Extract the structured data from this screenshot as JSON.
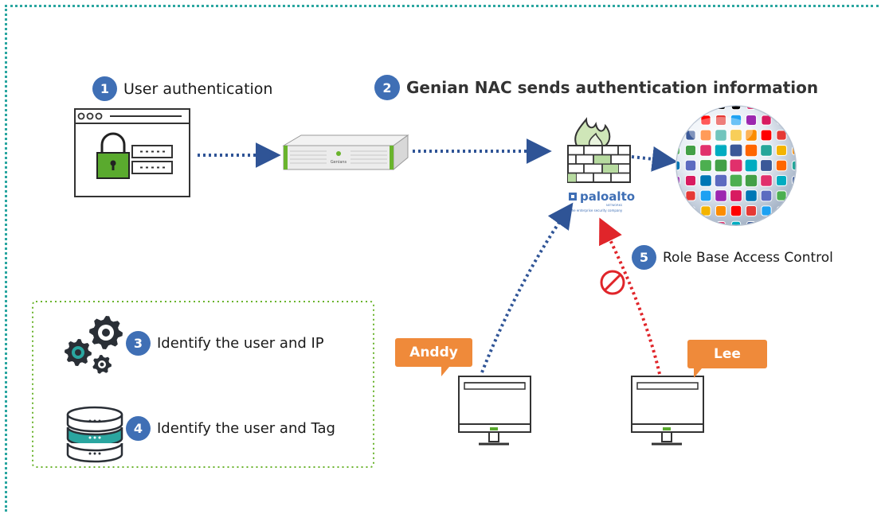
{
  "steps": [
    {
      "number": "1",
      "label": "User authentication"
    },
    {
      "number": "2",
      "label": "Genian NAC sends authentication information"
    },
    {
      "number": "3",
      "label": "Identify the user and IP"
    },
    {
      "number": "4",
      "label": "Identify the user and Tag"
    },
    {
      "number": "5",
      "label": "Role Base Access Control"
    }
  ],
  "users": {
    "user1": "Anddy",
    "user2": "Lee"
  },
  "appliance": {
    "brand": "Genians"
  },
  "firewall": {
    "brand": "paloalto",
    "brand_sub": "NETWORKS",
    "tagline": "the enterprise security company"
  },
  "colors": {
    "frame": "#2aa6a0",
    "badge": "#3f6fb5",
    "callout": "#ef8a3a",
    "allowed_arrow": "#2f5496",
    "blocked_arrow": "#e0252a",
    "lock": "#5aaa2e",
    "gear": "#2a2f36",
    "gear_accent": "#2aa6a0"
  },
  "icons": [
    "lock-icon",
    "gear-icon",
    "database-icon",
    "firewall-icon",
    "globe-icon",
    "monitor-icon",
    "prohibited-icon"
  ]
}
